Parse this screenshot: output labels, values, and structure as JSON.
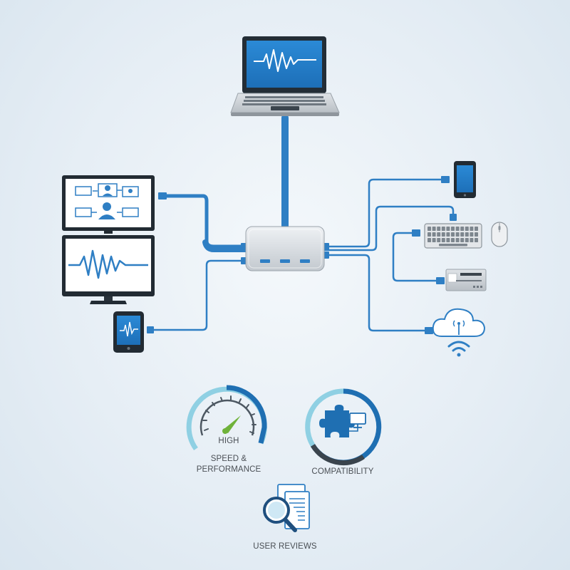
{
  "metrics": [
    {
      "id": "speed",
      "lines": [
        "HIGH",
        "SPEED &",
        "PERFORMANCE"
      ]
    },
    {
      "id": "compatibility",
      "lines": [
        "COMPATIBILITY"
      ]
    },
    {
      "id": "reviews",
      "lines": [
        "USER REVIEWS"
      ]
    }
  ],
  "colors": {
    "cable": "#2f7fc4",
    "accent": "#1f6fb2",
    "light_accent": "#8fd0e3",
    "green_needle": "#6fb23a",
    "device_dark": "#1f2a33",
    "device_silver": "#c9ced3"
  },
  "icons": [
    "laptop-icon",
    "monitor-icon",
    "tablet-icon",
    "usb-hub-icon",
    "smartphone-icon",
    "keyboard-icon",
    "mouse-icon",
    "card-reader-icon",
    "cloud-wifi-icon",
    "speedometer-icon",
    "puzzle-icon",
    "magnifier-document-icon"
  ]
}
